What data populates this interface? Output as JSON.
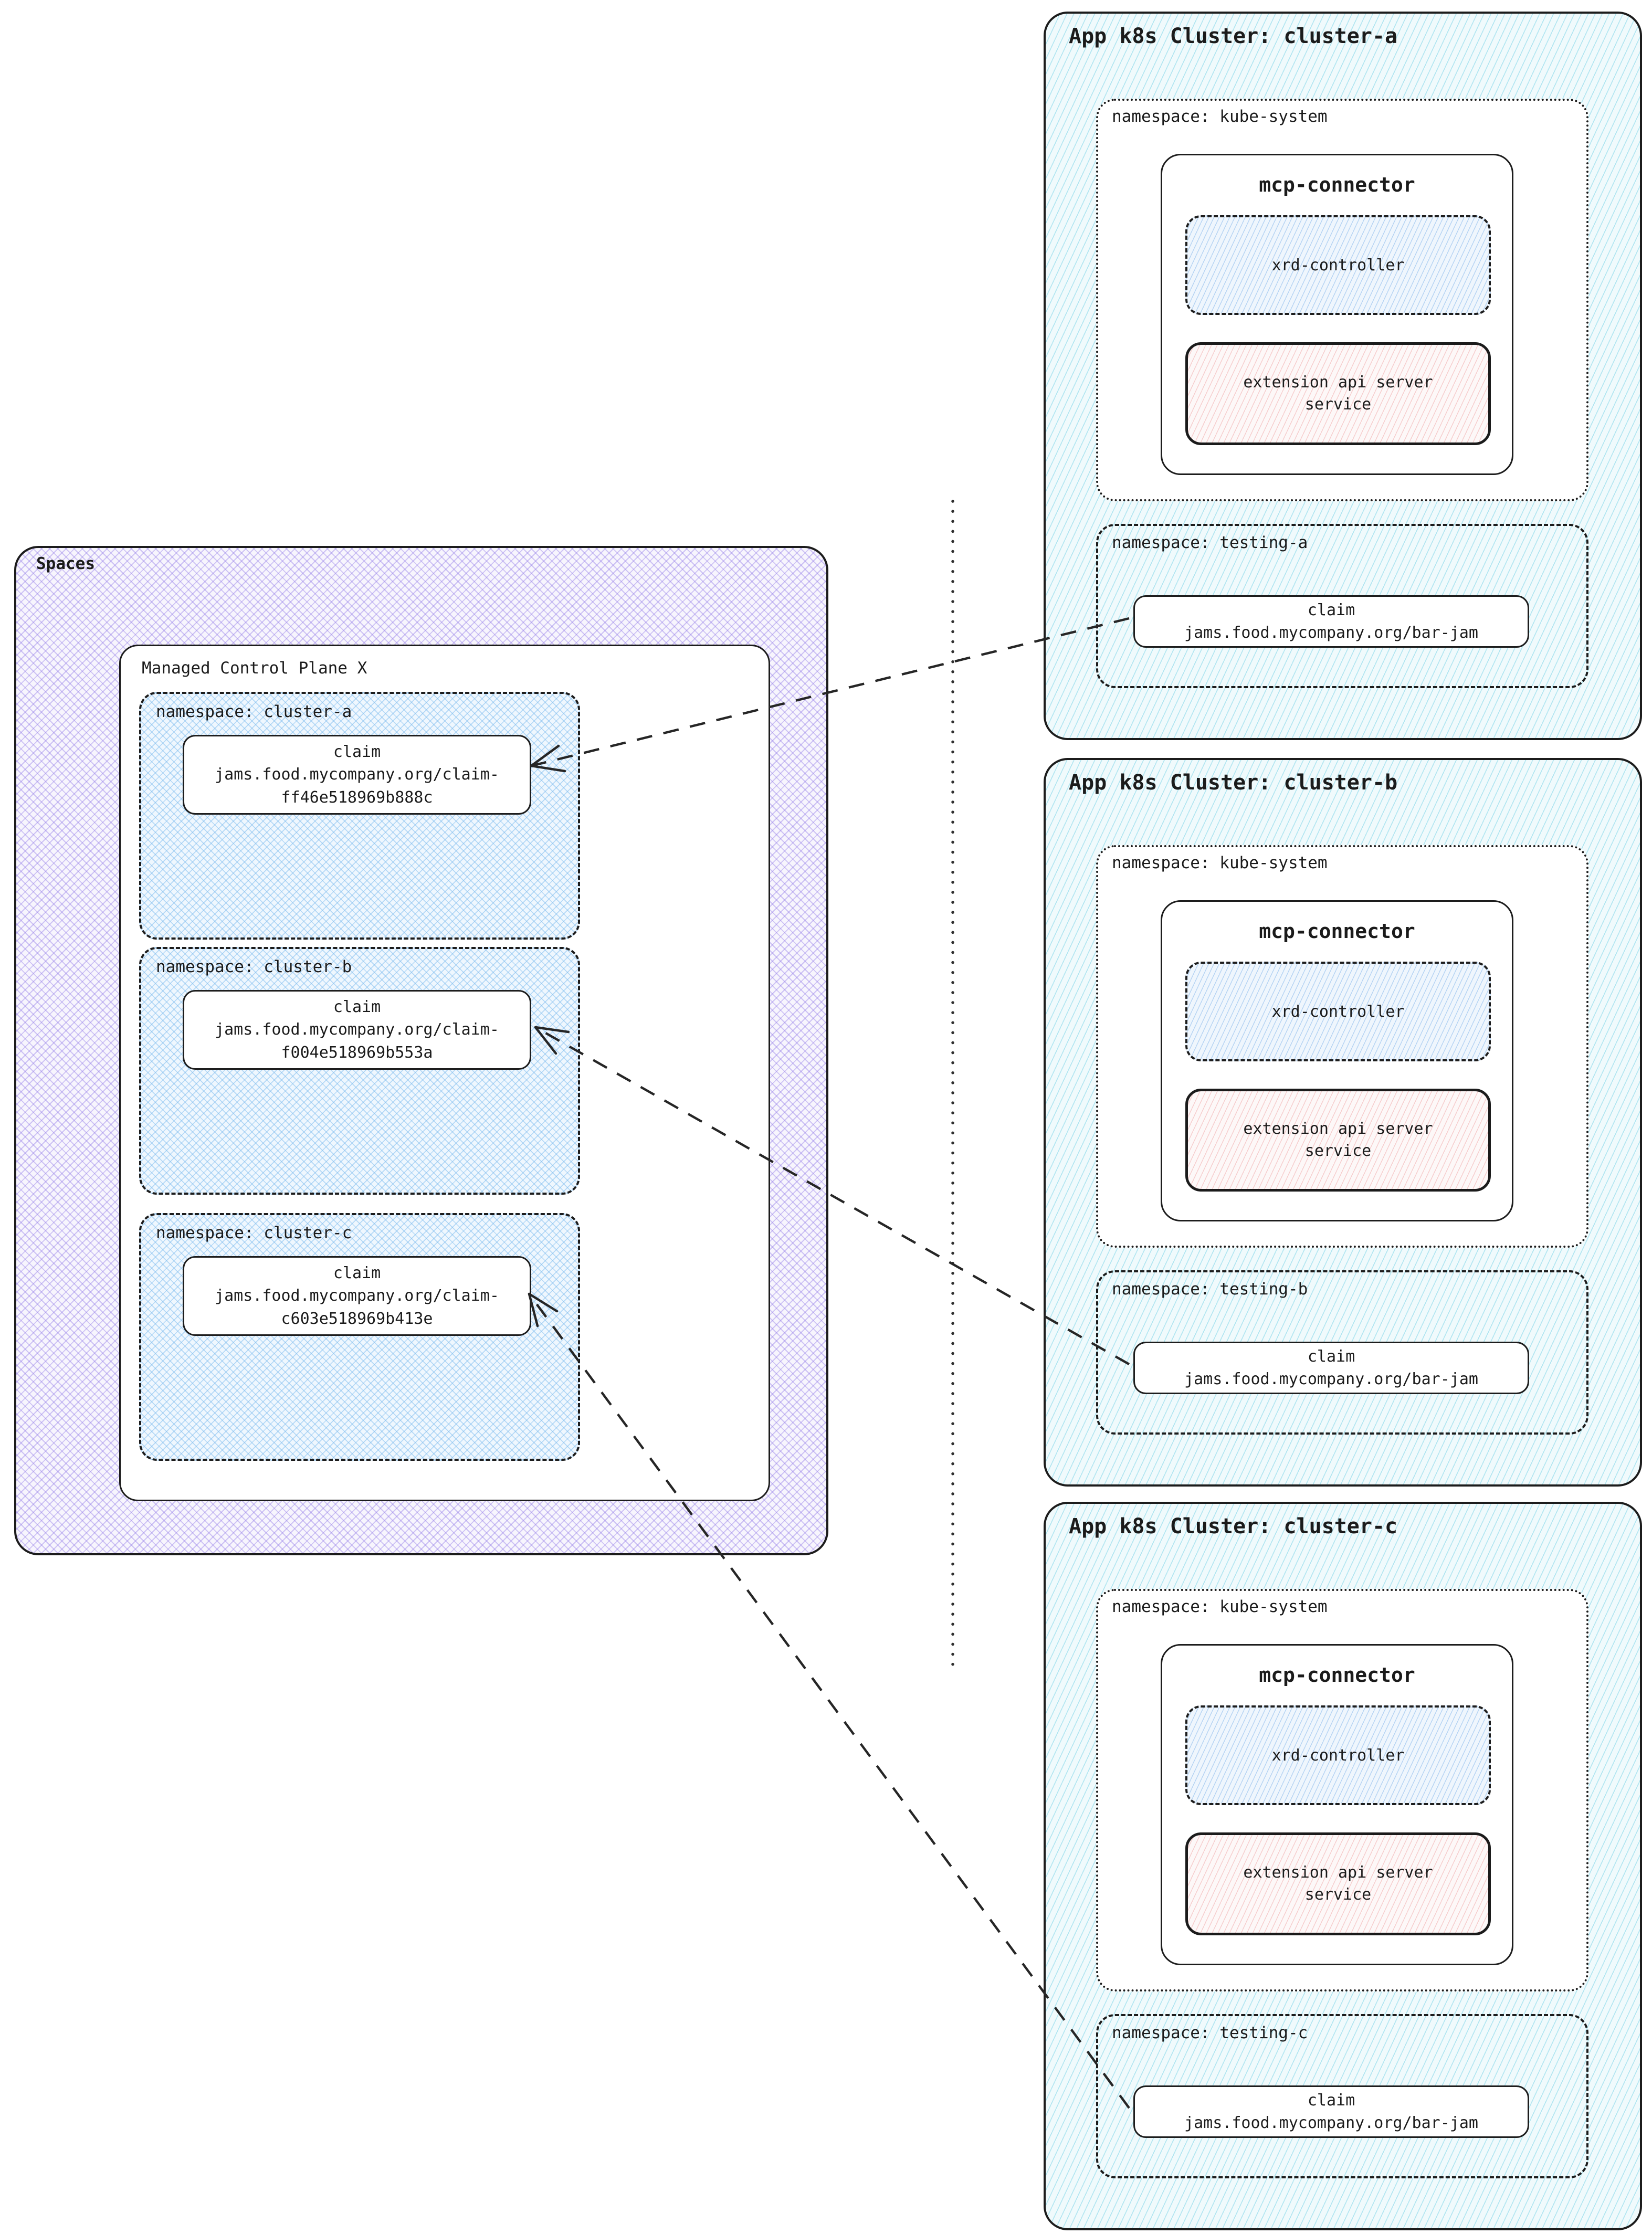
{
  "diagram": {
    "spaces": {
      "label": "Spaces",
      "mcp": {
        "label": "Managed Control Plane X",
        "namespaces": [
          {
            "label": "namespace: cluster-a",
            "claim": {
              "title": "claim",
              "name": "jams.food.mycompany.org/claim-\nff46e518969b888c"
            }
          },
          {
            "label": "namespace: cluster-b",
            "claim": {
              "title": "claim",
              "name": "jams.food.mycompany.org/claim-\nf004e518969b553a"
            }
          },
          {
            "label": "namespace: cluster-c",
            "claim": {
              "title": "claim",
              "name": "jams.food.mycompany.org/claim-\nc603e518969b413e"
            }
          }
        ]
      }
    },
    "clusters": [
      {
        "title": "App k8s Cluster: cluster-a",
        "kube_system": {
          "label": "namespace: kube-system",
          "connector": {
            "title": "mcp-connector",
            "controller_label": "xrd-controller",
            "service_label": "extension api server\nservice"
          }
        },
        "testing": {
          "label": "namespace: testing-a",
          "claim": {
            "title": "claim",
            "name": "jams.food.mycompany.org/bar-jam"
          }
        }
      },
      {
        "title": "App k8s Cluster: cluster-b",
        "kube_system": {
          "label": "namespace: kube-system",
          "connector": {
            "title": "mcp-connector",
            "controller_label": "xrd-controller",
            "service_label": "extension api server\nservice"
          }
        },
        "testing": {
          "label": "namespace: testing-b",
          "claim": {
            "title": "claim",
            "name": "jams.food.mycompany.org/bar-jam"
          }
        }
      },
      {
        "title": "App k8s Cluster: cluster-c",
        "kube_system": {
          "label": "namespace: kube-system",
          "connector": {
            "title": "mcp-connector",
            "controller_label": "xrd-controller",
            "service_label": "extension api server\nservice"
          }
        },
        "testing": {
          "label": "namespace: testing-c",
          "claim": {
            "title": "claim",
            "name": "jams.food.mycompany.org/bar-jam"
          }
        }
      }
    ],
    "colors": {
      "spaces_hatch": "#947ee8",
      "control_plane_namespace_hatch": "#7abaec",
      "cluster_hatch": "#68cee4",
      "xrd_controller_hatch": "#80b2e9",
      "extension_api_hatch": "#ec9494",
      "border": "#1c1c1c",
      "background": "#ffffff"
    }
  }
}
